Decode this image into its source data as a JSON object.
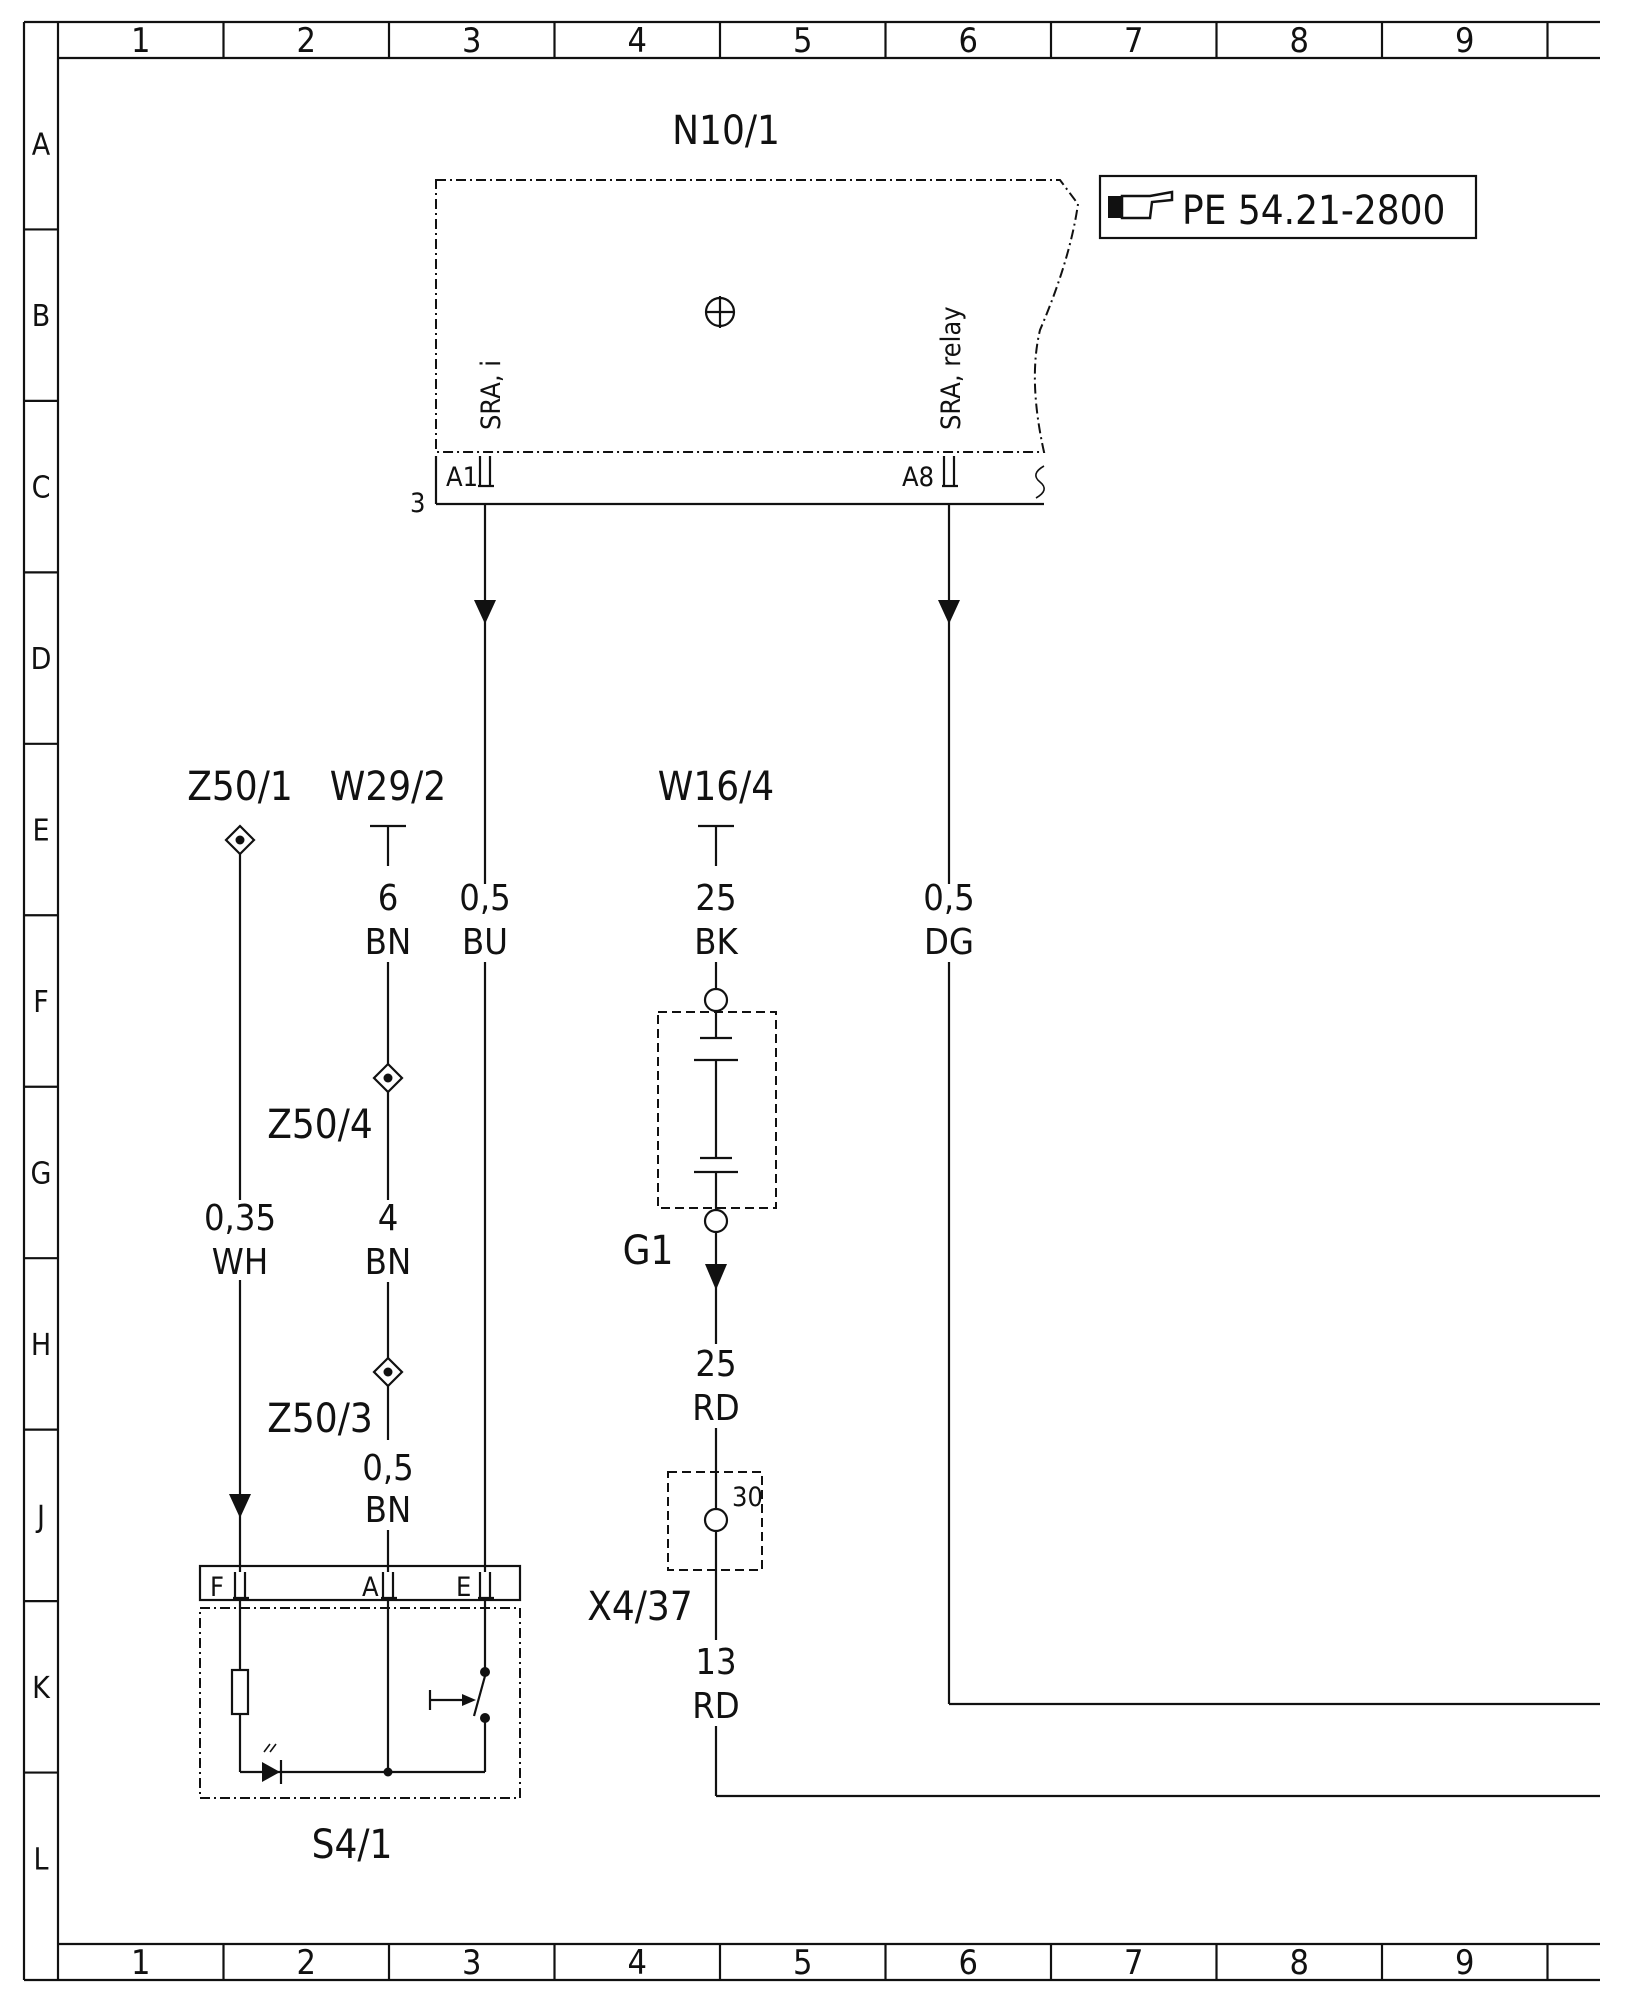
{
  "grid": {
    "columns": [
      "1",
      "2",
      "3",
      "4",
      "5",
      "6",
      "7",
      "8",
      "9"
    ],
    "rows": [
      "A",
      "B",
      "C",
      "D",
      "E",
      "F",
      "G",
      "H",
      "J",
      "K",
      "L"
    ]
  },
  "components": {
    "n10_1": {
      "id": "N10/1",
      "reference": "PE 54.21-2800",
      "pin_a1": "A1",
      "pin_a8": "A8",
      "pin_a1_label": "SRA, i",
      "pin_a8_label": "SRA, relay",
      "connector_no": "3"
    },
    "z50_1": {
      "id": "Z50/1"
    },
    "z50_4": {
      "id": "Z50/4"
    },
    "z50_3": {
      "id": "Z50/3"
    },
    "w29_2": {
      "id": "W29/2"
    },
    "w16_4": {
      "id": "W16/4"
    },
    "g1": {
      "id": "G1"
    },
    "x4_37": {
      "id": "X4/37",
      "terminal": "30"
    },
    "s4_1": {
      "id": "S4/1",
      "pin_f": "F",
      "pin_a": "A",
      "pin_e": "E"
    }
  },
  "wires": {
    "bu": {
      "size": "0,5",
      "color": "BU"
    },
    "dg": {
      "size": "0,5",
      "color": "DG"
    },
    "wh": {
      "size": "0,35",
      "color": "WH"
    },
    "bn6": {
      "size": "6",
      "color": "BN"
    },
    "bn4": {
      "size": "4",
      "color": "BN"
    },
    "bn05": {
      "size": "0,5",
      "color": "BN"
    },
    "bk25": {
      "size": "25",
      "color": "BK"
    },
    "rd25": {
      "size": "25",
      "color": "RD"
    },
    "rd13": {
      "size": "13",
      "color": "RD"
    }
  }
}
